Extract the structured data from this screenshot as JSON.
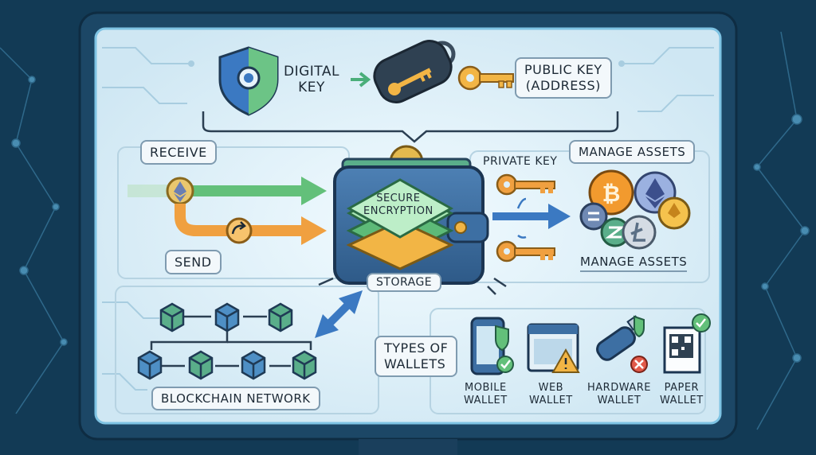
{
  "labels": {
    "digital_key": [
      "Digital",
      "Key"
    ],
    "public_key": [
      "Public Key",
      "(Address)"
    ],
    "receive": "Receive",
    "send": "Send",
    "secure_encryption": [
      "Secure",
      "Encryption"
    ],
    "storage": "Storage",
    "private_key": "Private Key",
    "manage_assets_top": "Manage Assets",
    "manage_assets_bottom": "Manage Assets",
    "blockchain_network": "Blockchain Network",
    "types_of_wallets": [
      "Types of",
      "Wallets"
    ],
    "wallet_types": [
      [
        "Mobile",
        "Wallet"
      ],
      [
        "Web",
        "Wallet"
      ],
      [
        "Hardware",
        "Wallet"
      ],
      [
        "Paper",
        "Wallet"
      ]
    ]
  },
  "colors": {
    "background": "#123a55",
    "screen": "#dff0f8",
    "frame": "#1c4766",
    "wallet": "#3d6fa3",
    "green": "#63c07a",
    "orange": "#f0a040",
    "cube": "#5aae8a",
    "bitcoin": "#f29a2e",
    "ethereum": "#8fa6d9"
  },
  "icons": [
    "shield-icon",
    "keyfob-icon",
    "key-icon",
    "wallet-icon",
    "coin-icon",
    "arrow-icon",
    "block-icon",
    "phone-icon",
    "browser-icon",
    "usb-icon",
    "qr-icon",
    "check-icon",
    "warning-icon",
    "x-icon"
  ]
}
